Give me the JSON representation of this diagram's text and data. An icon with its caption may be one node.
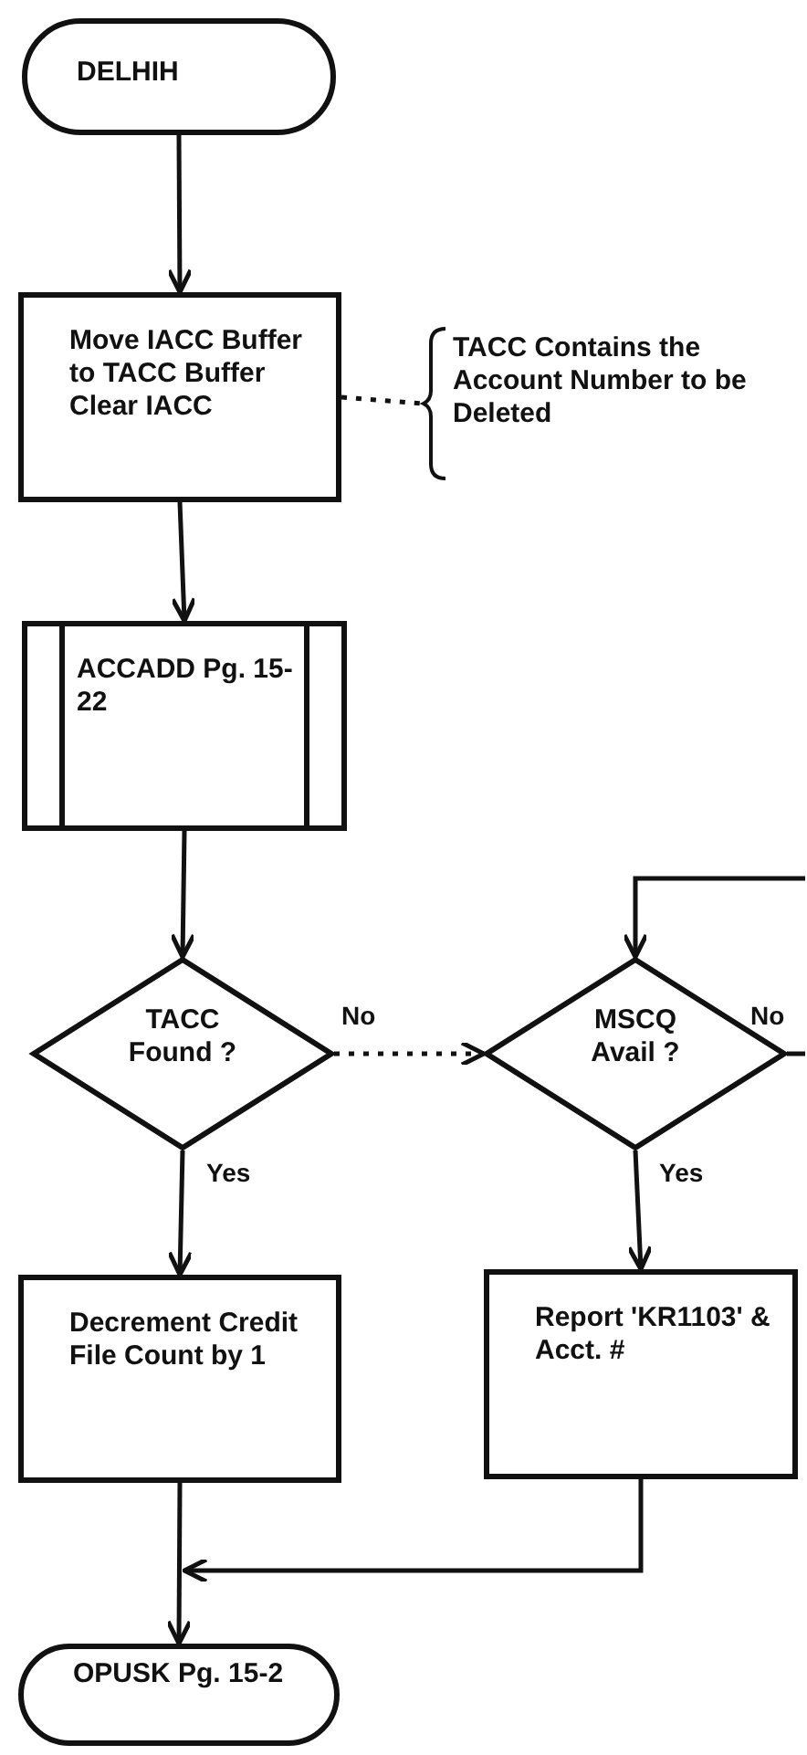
{
  "diagram": {
    "nodes": [
      {
        "text": [
          "DELHIH"
        ]
      },
      {
        "text": [
          "Move IACC Buffer to TACC Buffer Clear IACC"
        ]
      },
      {
        "text": [
          "TACC Contains the Account Number to be Deleted"
        ]
      },
      {
        "text": [
          "ACCADD Pg. 15-22"
        ]
      },
      {
        "text": [
          "TACC Found ?"
        ]
      },
      {
        "text": [
          "MSCQ Avail ?"
        ]
      },
      {
        "text": [
          "Decrement Credit File Count by 1"
        ]
      },
      {
        "text": [
          "Report 'KR1103' & Acct. #"
        ]
      },
      {
        "text": [
          "OPUSK Pg. 15-2"
        ]
      }
    ],
    "edges": [
      {
        "from": 0,
        "to": 1,
        "arrow": "to"
      },
      {
        "from": 1,
        "to": 2,
        "arrow": "none",
        "style": "dashed"
      },
      {
        "from": 1,
        "to": 3,
        "arrow": "to"
      },
      {
        "from": 3,
        "to": 4,
        "arrow": "to"
      },
      {
        "from": 4,
        "to": 5,
        "arrow": "to",
        "label": "No",
        "style": "dashed"
      },
      {
        "from": 4,
        "to": 6,
        "arrow": "to",
        "label": "Yes"
      },
      {
        "from": null,
        "to": 5,
        "arrow": "to"
      },
      {
        "from": 5,
        "to": null,
        "arrow": "none",
        "label": "No"
      },
      {
        "from": 5,
        "to": 7,
        "arrow": "to",
        "label": "Yes"
      },
      {
        "from": 6,
        "to": 8,
        "arrow": "to"
      },
      {
        "from": 7,
        "to": 8,
        "arrow": "to"
      }
    ]
  }
}
